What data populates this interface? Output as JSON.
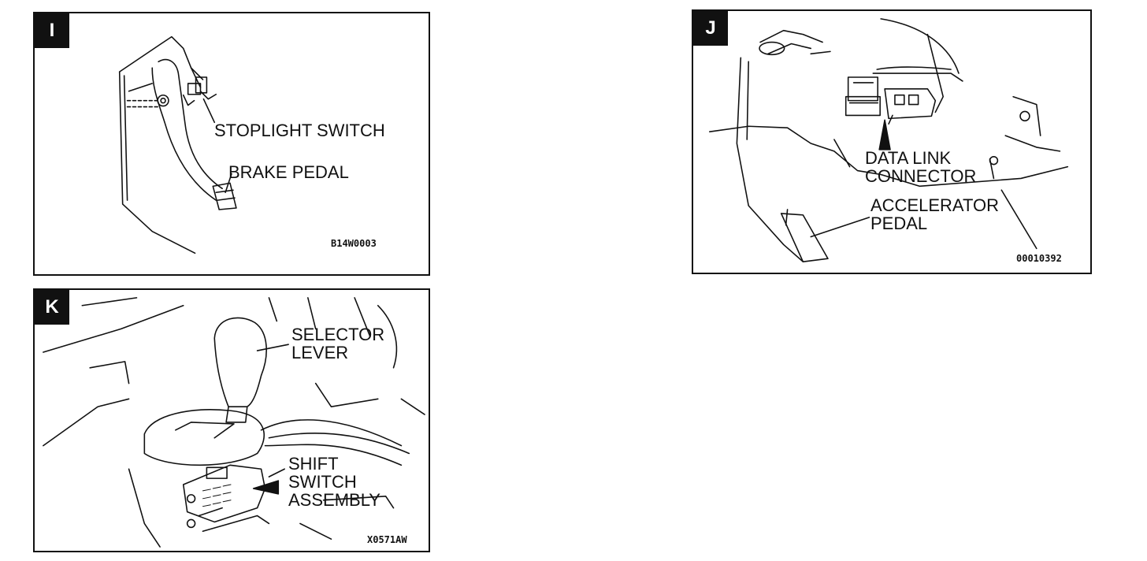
{
  "panels": {
    "i": {
      "badge": "I",
      "labels": {
        "stoplight_switch": "STOPLIGHT SWITCH",
        "brake_pedal": "BRAKE PEDAL"
      },
      "code": "B14W0003"
    },
    "j": {
      "badge": "J",
      "labels": {
        "data_link_connector": [
          "DATA LINK",
          "CONNECTOR"
        ],
        "accelerator_pedal": [
          "ACCELERATOR",
          "PEDAL"
        ]
      },
      "code": "00010392"
    },
    "k": {
      "badge": "K",
      "labels": {
        "selector_lever": [
          "SELECTOR",
          "LEVER"
        ],
        "shift_switch_assembly": [
          "SHIFT",
          "SWITCH",
          "ASSEMBLY"
        ]
      },
      "code": "X0571AW"
    }
  }
}
